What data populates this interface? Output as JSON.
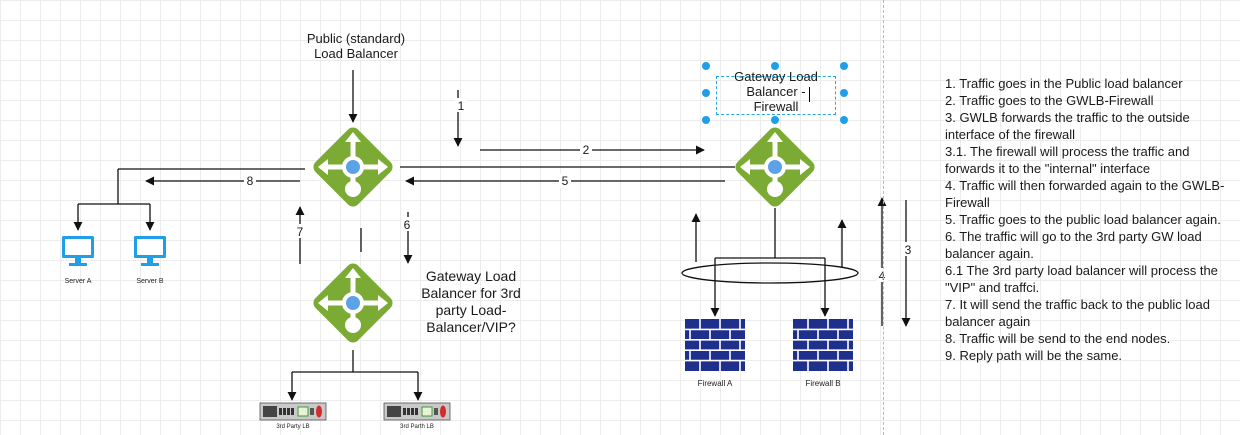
{
  "labels": {
    "public_lb": "Public (standard)\nLoad Balancer",
    "gwlb_firewall": "Gateway Load\nBalancer -\nFirewall",
    "gwlb_third_party": "Gateway Load\nBalancer for 3rd\nparty Load-\nBalancer/VIP?",
    "server_a": "Server A",
    "server_b": "Server B",
    "firewall_a": "Firewall A",
    "firewall_b": "Firewall B",
    "third_party_lb_1": "3rd Party LB",
    "third_party_lb_2": "3rd Parth LB"
  },
  "edge_labels": {
    "e1": "1",
    "e2": "2",
    "e3": "3",
    "e4": "4",
    "e5": "5",
    "e6": "6",
    "e7": "7",
    "e8": "8"
  },
  "steps": [
    "1. Traffic goes in the Public load balancer",
    "2. Traffic goes to the GWLB-Firewall",
    "3. GWLB forwards the traffic to the outside interface of the firewall",
    "3.1. The firewall will process the traffic and forwards it to the \"internal\" interface",
    "4. Traffic will then forwarded again to the GWLB-Firewall",
    "5. Traffic goes to the public load balancer again.",
    "6. The traffic will go to the 3rd party GW load balancer again.",
    "6.1 The 3rd party load balancer will process the \"VIP\" and traffci.",
    "7. It will send the traffic back to the public load balancer again",
    "8. Traffic will be send to the end nodes.",
    "9. Reply path will be the same."
  ],
  "colors": {
    "lb_green": "#7cab35",
    "lb_white": "#ffffff",
    "lb_blue": "#5ba3e6",
    "server_blue": "#1e9fe8",
    "firewall_navy": "#1f2f8c",
    "selection": "#1e9fe8"
  }
}
